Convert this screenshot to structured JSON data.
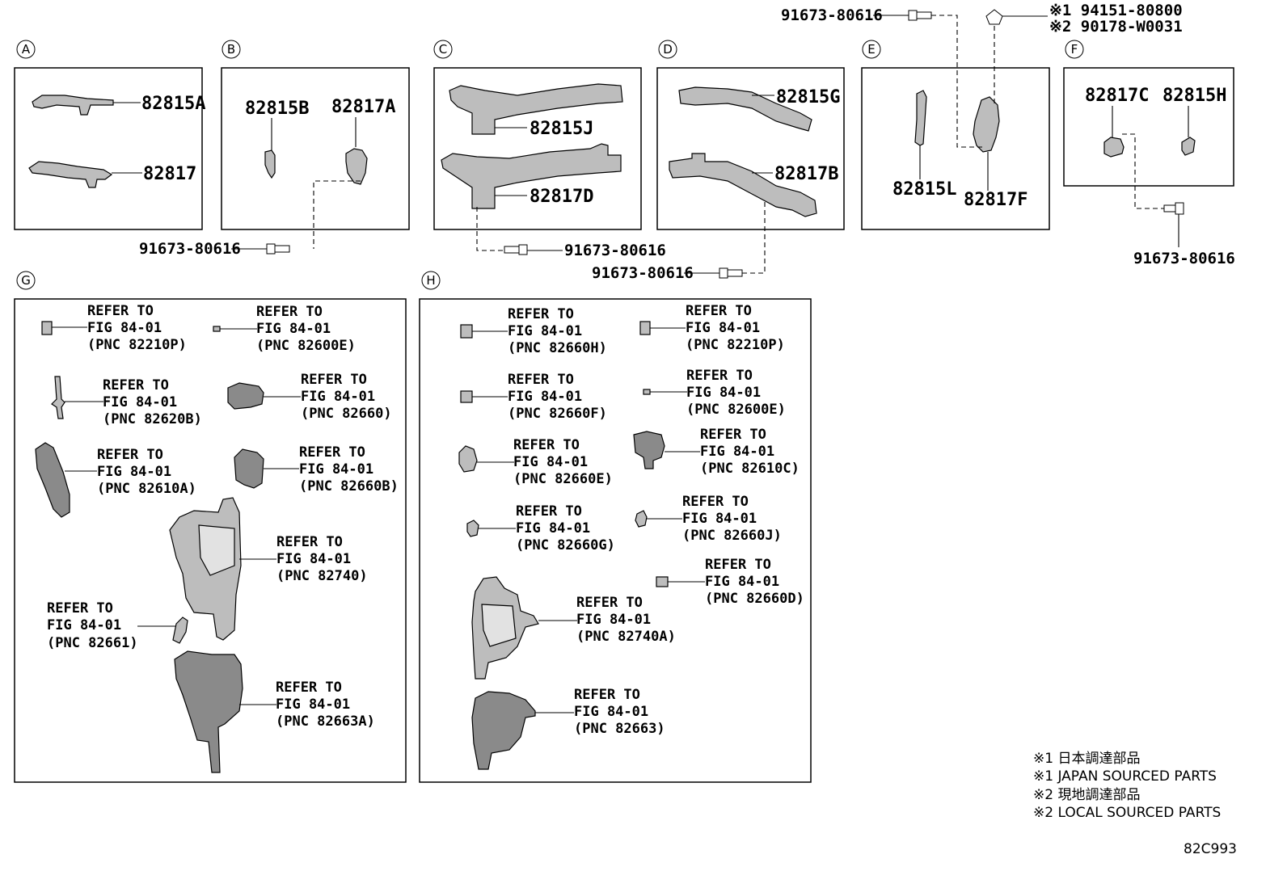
{
  "sections": [
    {
      "letter": "A",
      "parts": [
        "82815A",
        "82817"
      ]
    },
    {
      "letter": "B",
      "parts": [
        "82815B",
        "82817A"
      ]
    },
    {
      "letter": "C",
      "parts": [
        "82815J",
        "82817D"
      ]
    },
    {
      "letter": "D",
      "parts": [
        "82815G",
        "82817B"
      ]
    },
    {
      "letter": "E",
      "parts": [
        "82815L",
        "82817F"
      ]
    },
    {
      "letter": "F",
      "parts": [
        "82817C",
        "82815H"
      ]
    },
    {
      "letter": "G"
    },
    {
      "letter": "H"
    }
  ],
  "bolt_part": "91673-80616",
  "nut_parts": [
    "※1 94151-80800",
    "※2 90178-W0031"
  ],
  "refer": {
    "line1": "REFER TO",
    "line2": "FIG 84-01"
  },
  "group_g": [
    "(PNC 82210P)",
    "(PNC 82600E)",
    "(PNC 82620B)",
    "(PNC 82660)",
    "(PNC 82610A)",
    "(PNC 82660B)",
    "(PNC 82740)",
    "(PNC 82661)",
    "(PNC 82663A)"
  ],
  "group_h": [
    "(PNC 82660H)",
    "(PNC 82210P)",
    "(PNC 82660F)",
    "(PNC 82600E)",
    "(PNC 82660E)",
    "(PNC 82610C)",
    "(PNC 82660G)",
    "(PNC 82660J)",
    "(PNC 82660D)",
    "(PNC 82740A)",
    "(PNC 82663)"
  ],
  "notes": [
    "※1 日本調達部品",
    "※1 JAPAN SOURCED PARTS",
    "※2 現地調達部品",
    "※2 LOCAL SOURCED PARTS"
  ],
  "figure_code": "82C993"
}
